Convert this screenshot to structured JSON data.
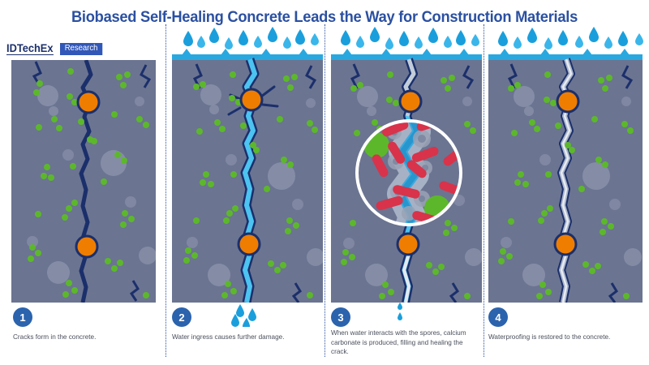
{
  "header": {
    "title": "Biobased Self-Healing Concrete Leads the Way for Construction Materials",
    "logo_word": "IDTechEx",
    "logo_badge": "Research"
  },
  "colors": {
    "title_blue": "#2b50a1",
    "logo_navy": "#1b2f6b",
    "logo_badge_blue": "#3157b8",
    "concrete_grey": "#6b7491",
    "crack_navy": "#1b2f6b",
    "water_blue": "#29a8e0",
    "water_light_blue": "#4cc3f0",
    "spore_green": "#5cb82a",
    "spore_orange": "#ef7d00",
    "bacteria_red": "#d8334a",
    "healed_grey": "#aab4c8",
    "badge_blue": "#2b63ad",
    "caption_grey": "#4a4f5c",
    "aggregate_grey": "#8d95ad"
  },
  "panels": [
    {
      "number": "1",
      "caption": "Cracks form in the concrete.",
      "state": "cracked",
      "has_water_bar": false,
      "has_top_droplets": false,
      "has_bottom_droplets": false,
      "has_magnifier": false
    },
    {
      "number": "2",
      "caption": "Water ingress causes further damage.",
      "state": "water-filled",
      "has_water_bar": true,
      "has_top_droplets": true,
      "has_bottom_droplets": true,
      "has_magnifier": false
    },
    {
      "number": "3",
      "caption": "When water interacts with the spores, calcium carbonate is produced, filling and healing the crack.",
      "state": "healing",
      "has_water_bar": true,
      "has_top_droplets": true,
      "has_bottom_droplets": true,
      "has_magnifier": true
    },
    {
      "number": "4",
      "caption": "Waterproofing is restored to the concrete.",
      "state": "healed",
      "has_water_bar": true,
      "has_top_droplets": true,
      "has_bottom_droplets": false,
      "has_magnifier": false
    }
  ],
  "magnifier": {
    "bacteria_count": 11,
    "spore_count": 2,
    "label": "microscopic view of healing crack"
  }
}
